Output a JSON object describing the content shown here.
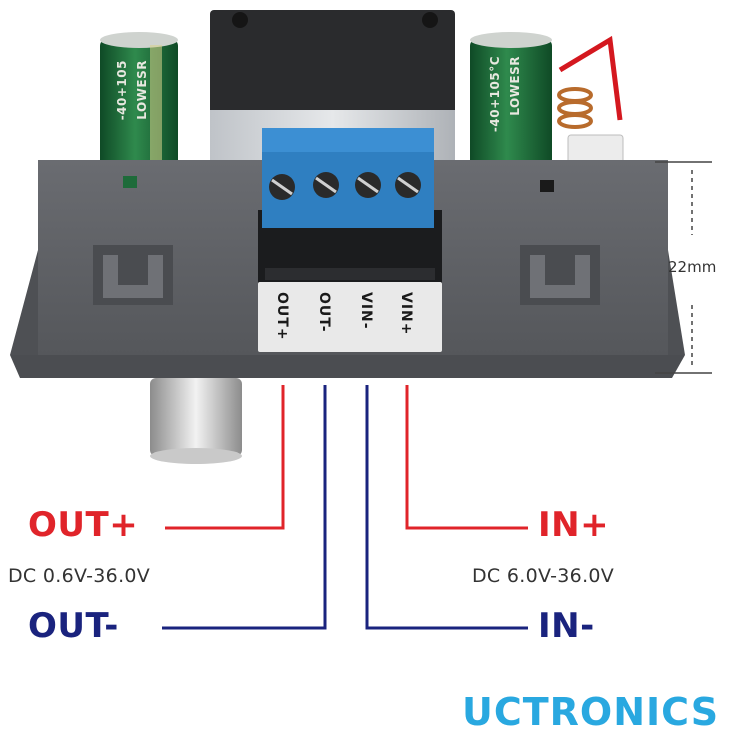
{
  "labels": {
    "out_plus": "OUT+",
    "out_minus": "OUT-",
    "in_plus": "IN+",
    "in_minus": "IN-",
    "out_spec": "DC 0.6V-36.0V",
    "in_spec": "DC 6.0V-36.0V",
    "dimension": "22mm",
    "brand": "UCTRONICS"
  },
  "terminals": [
    "OUT+",
    "OUT-",
    "VIN-",
    "VIN+"
  ],
  "capacitors": {
    "left": [
      "-40+105",
      "LOWESR"
    ],
    "right": [
      "-40+105°C",
      "LOWESR"
    ]
  },
  "colors": {
    "positive_wire": "#e0242a",
    "negative_wire": "#1a237e",
    "brand_blue": "#29a8e0",
    "housing": "#5f6166",
    "terminal_block": "#2f7fc1",
    "capacitor": "#1e6b3a"
  },
  "icons": [
    "fan-icon",
    "terminal-screw-icon",
    "knob-icon",
    "heatsink-icon"
  ]
}
